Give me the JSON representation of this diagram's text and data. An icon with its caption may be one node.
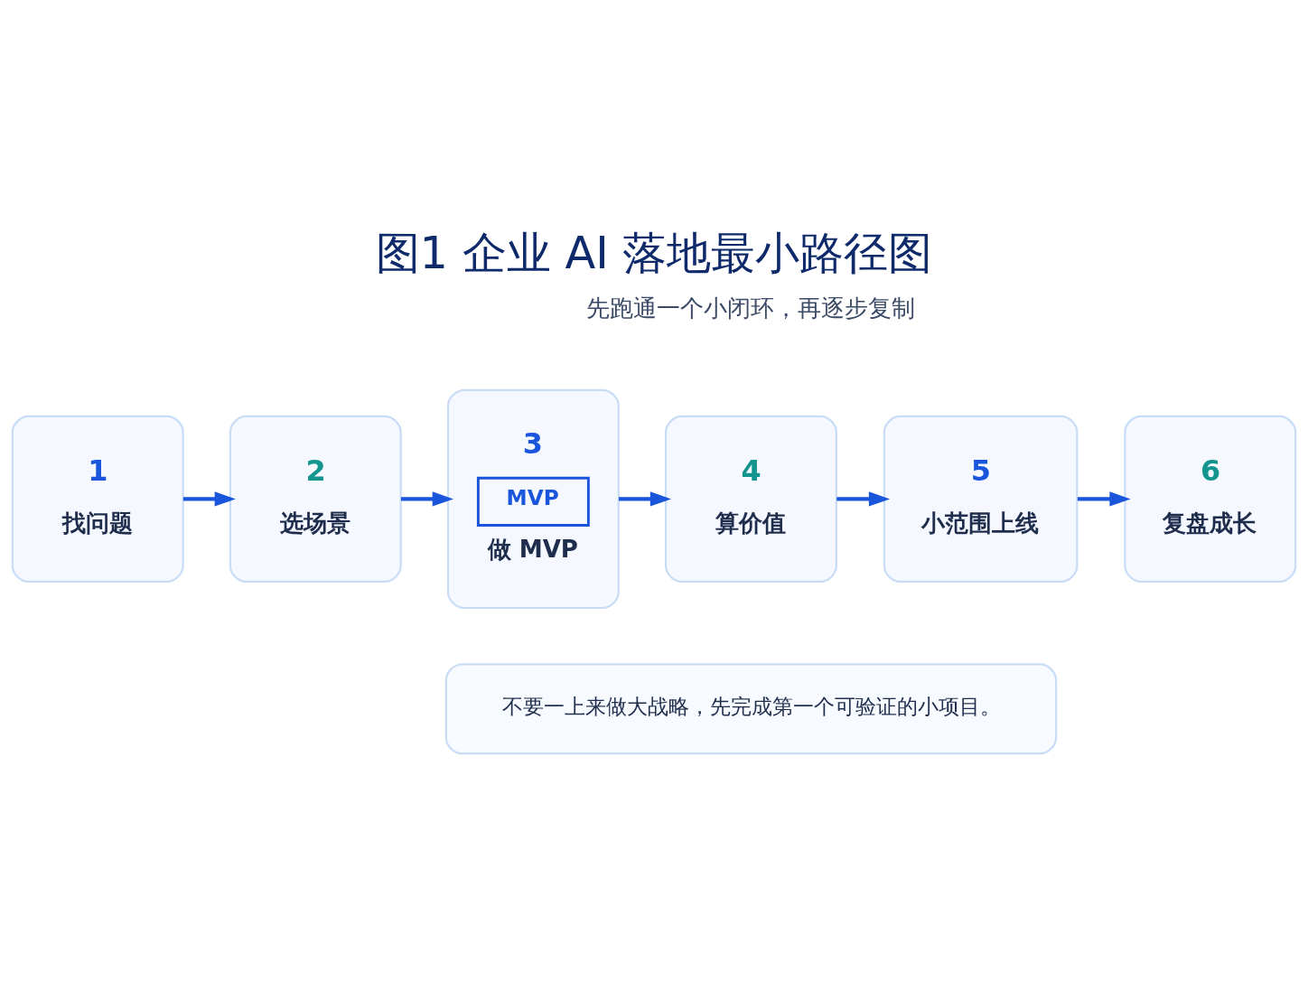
{
  "diagram": {
    "title": "图1 企业 AI 落地最小路径图",
    "nodes": [
      {
        "text": [
          "1",
          "找问题"
        ]
      },
      {
        "text": [
          "2",
          "选场景"
        ]
      },
      {
        "text": [
          "3",
          "MVP",
          "做 MVP"
        ]
      },
      {
        "text": [
          "4",
          "算价值"
        ]
      },
      {
        "text": [
          "5",
          "小范围上线"
        ]
      },
      {
        "text": [
          "6",
          "复盘成长"
        ]
      },
      {
        "text": [
          "不要一上来做大战略，先完成第一个可验证的小项目。"
        ]
      }
    ],
    "edges": [
      {
        "from": 0,
        "to": 1,
        "arrow": "to"
      },
      {
        "from": 1,
        "to": 2,
        "arrow": "to"
      },
      {
        "from": 2,
        "to": 3,
        "arrow": "to"
      },
      {
        "from": 3,
        "to": 4,
        "arrow": "to"
      },
      {
        "from": 4,
        "to": 5,
        "arrow": "to"
      }
    ],
    "labels": [
      "先跑通一个小闭环，再逐步复制"
    ]
  }
}
